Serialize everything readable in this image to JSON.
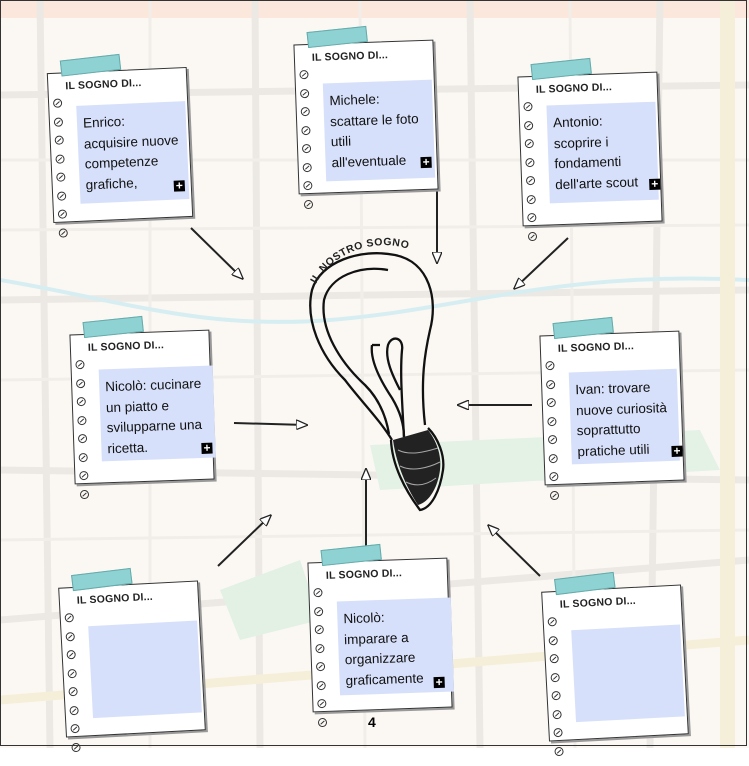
{
  "note_title": "IL SOGNO DI...",
  "center_title": "IL NOSTRO SOGNO",
  "add_icon_glyph": "+",
  "page_number": "4",
  "colors": {
    "tape": "#8ed2d4",
    "note_box": "#d7e0fa"
  },
  "notes": [
    {
      "lines": [
        "Enrico:",
        "acquisire nuove",
        "competenze",
        "grafiche,"
      ]
    },
    {
      "lines": [
        "Michele:",
        "scattare le foto",
        "utili",
        "all'eventuale"
      ]
    },
    {
      "lines": [
        "Antonio:",
        "scoprire i",
        "fondamenti",
        "dell'arte scout"
      ]
    },
    {
      "lines": [
        "Nicolò: cucinare",
        "un piatto e",
        "svilupparne una",
        "ricetta."
      ]
    },
    {
      "lines": [
        "Ivan: trovare",
        "nuove curiosità",
        "soprattutto",
        "pratiche utili"
      ]
    },
    {
      "lines": []
    },
    {
      "lines": [
        "Nicolò:",
        "imparare a",
        "organizzare",
        "graficamente"
      ]
    },
    {
      "lines": []
    }
  ]
}
